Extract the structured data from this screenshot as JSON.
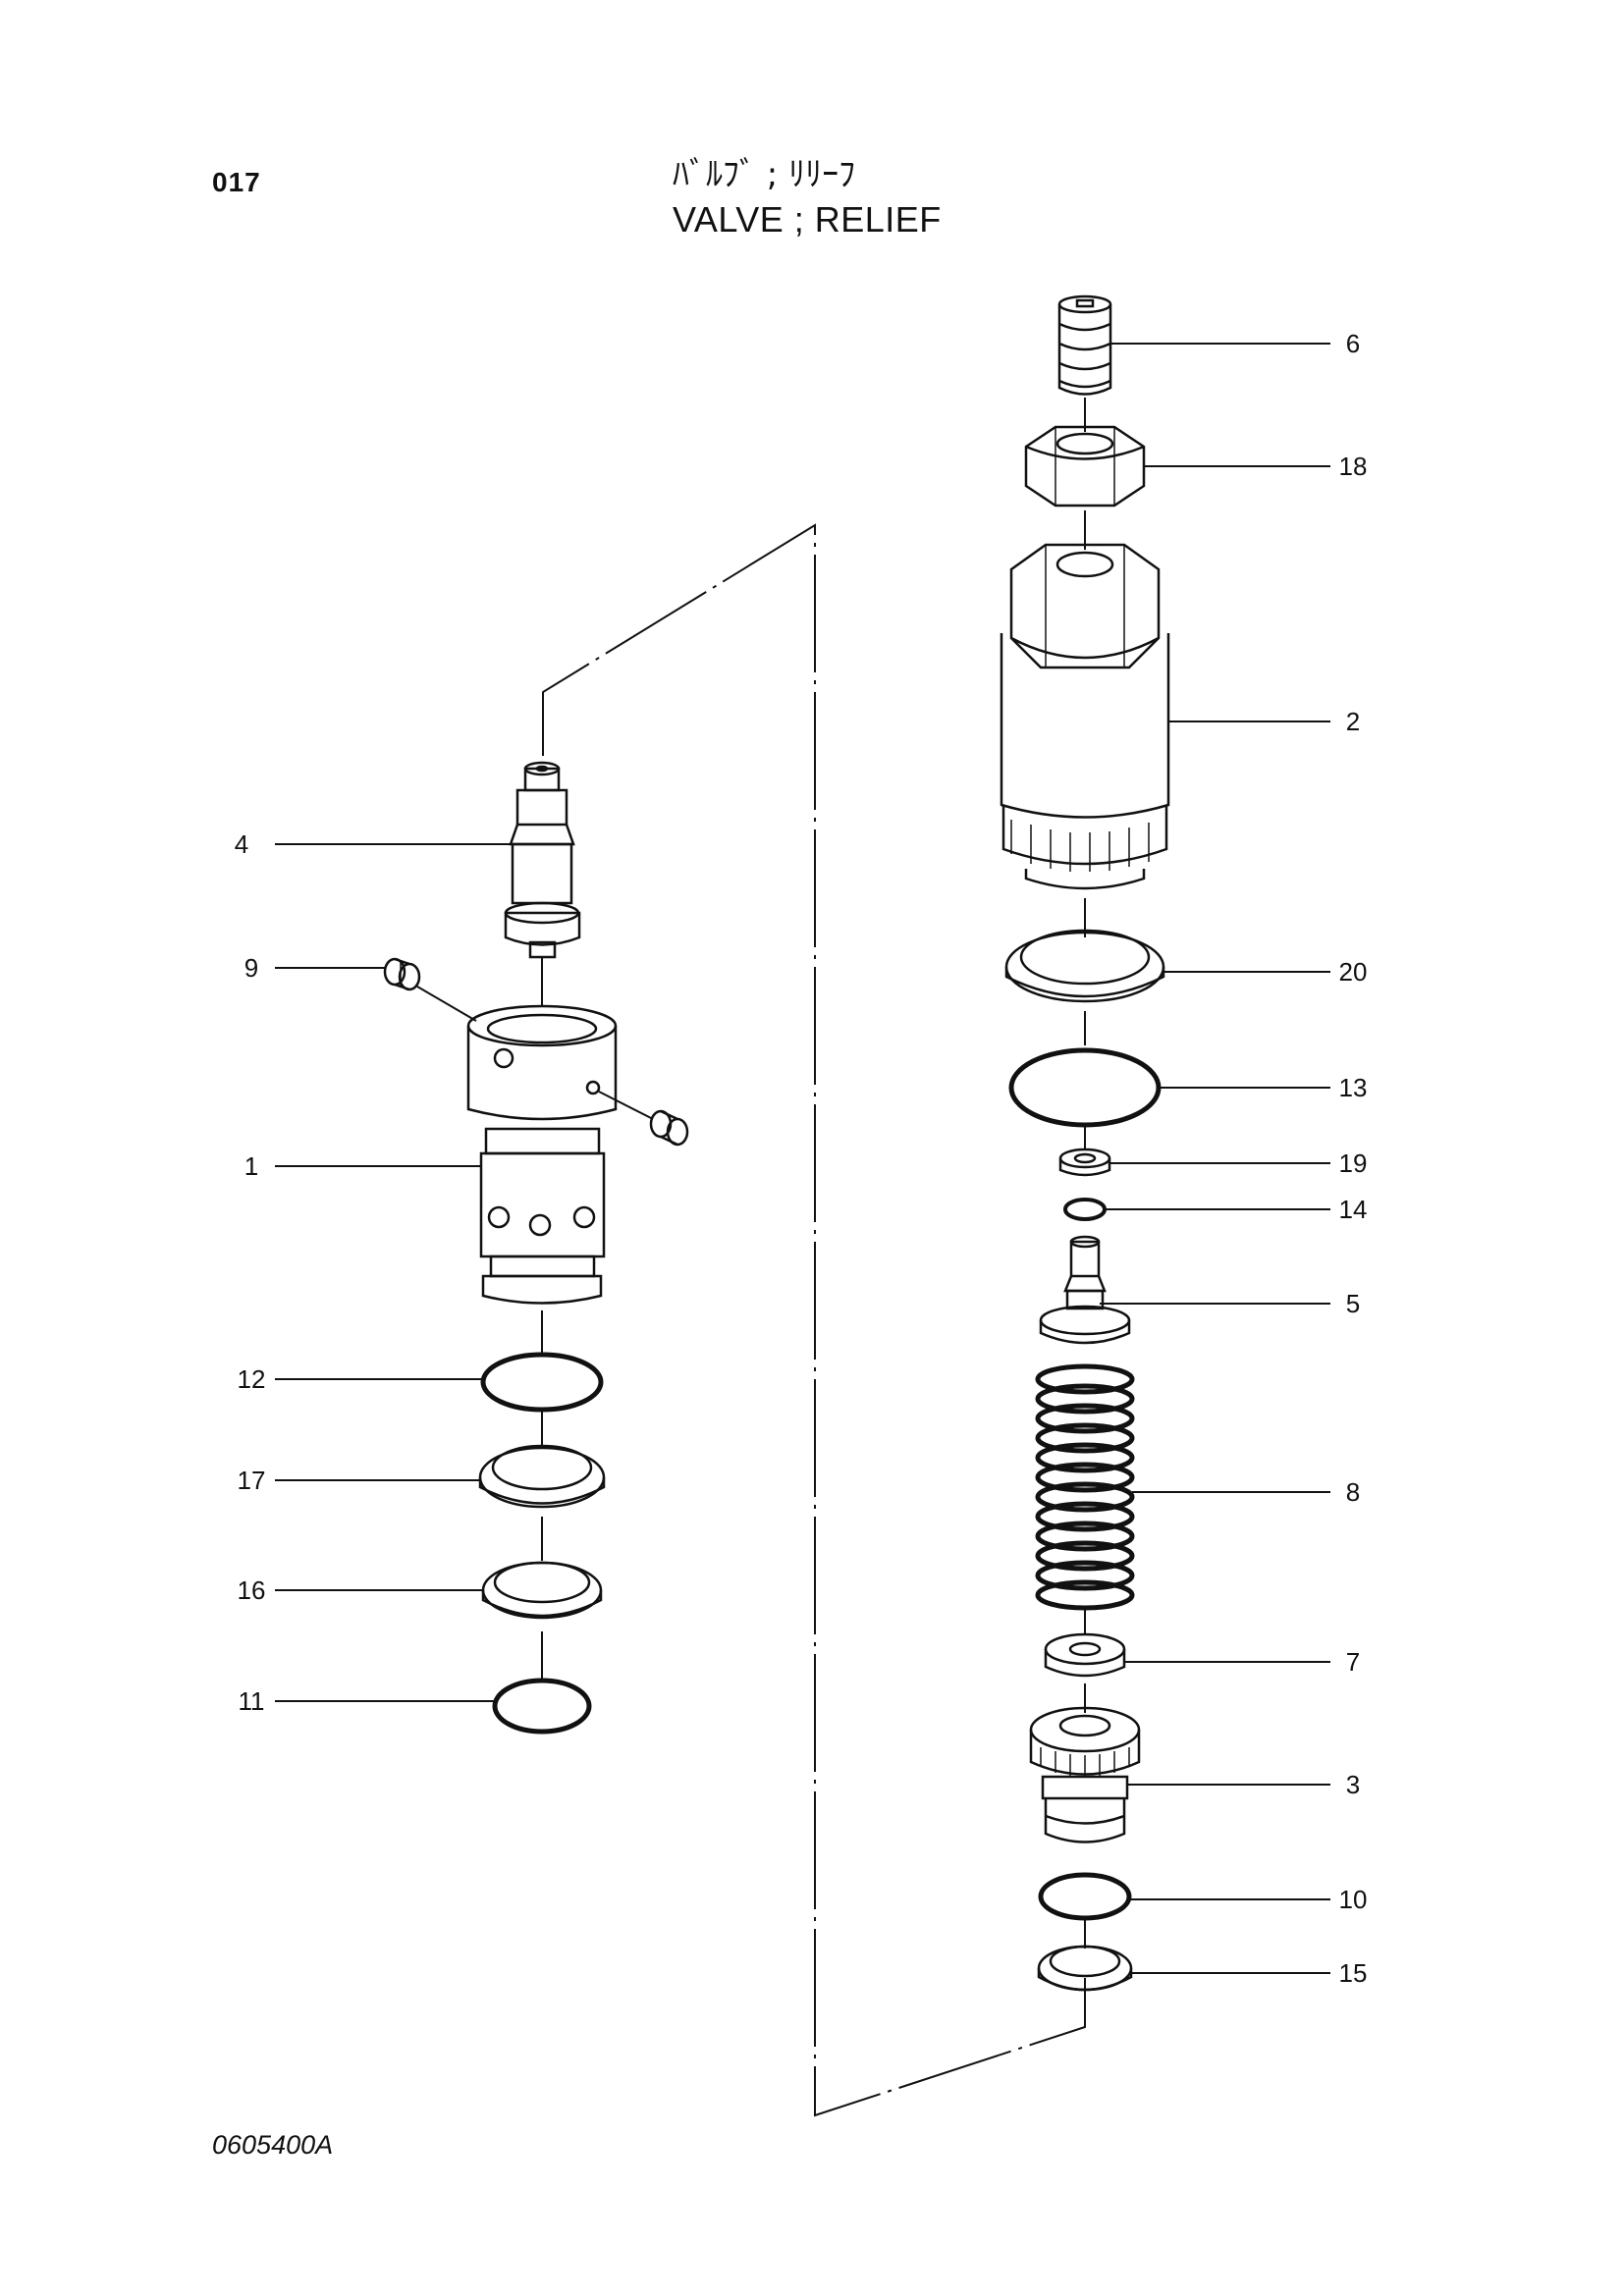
{
  "header": {
    "page_number": "017",
    "title_jp": "ﾊﾞﾙﾌﾞ ; ﾘﾘｰﾌ",
    "title_en": "VALVE ; RELIEF"
  },
  "footer": {
    "drawing_code": "0605400A"
  },
  "callouts_left": [
    "4",
    "9",
    "1",
    "12",
    "17",
    "16",
    "11"
  ],
  "callouts_right": [
    "6",
    "18",
    "2",
    "20",
    "13",
    "19",
    "14",
    "5",
    "8",
    "7",
    "3",
    "10",
    "15"
  ]
}
